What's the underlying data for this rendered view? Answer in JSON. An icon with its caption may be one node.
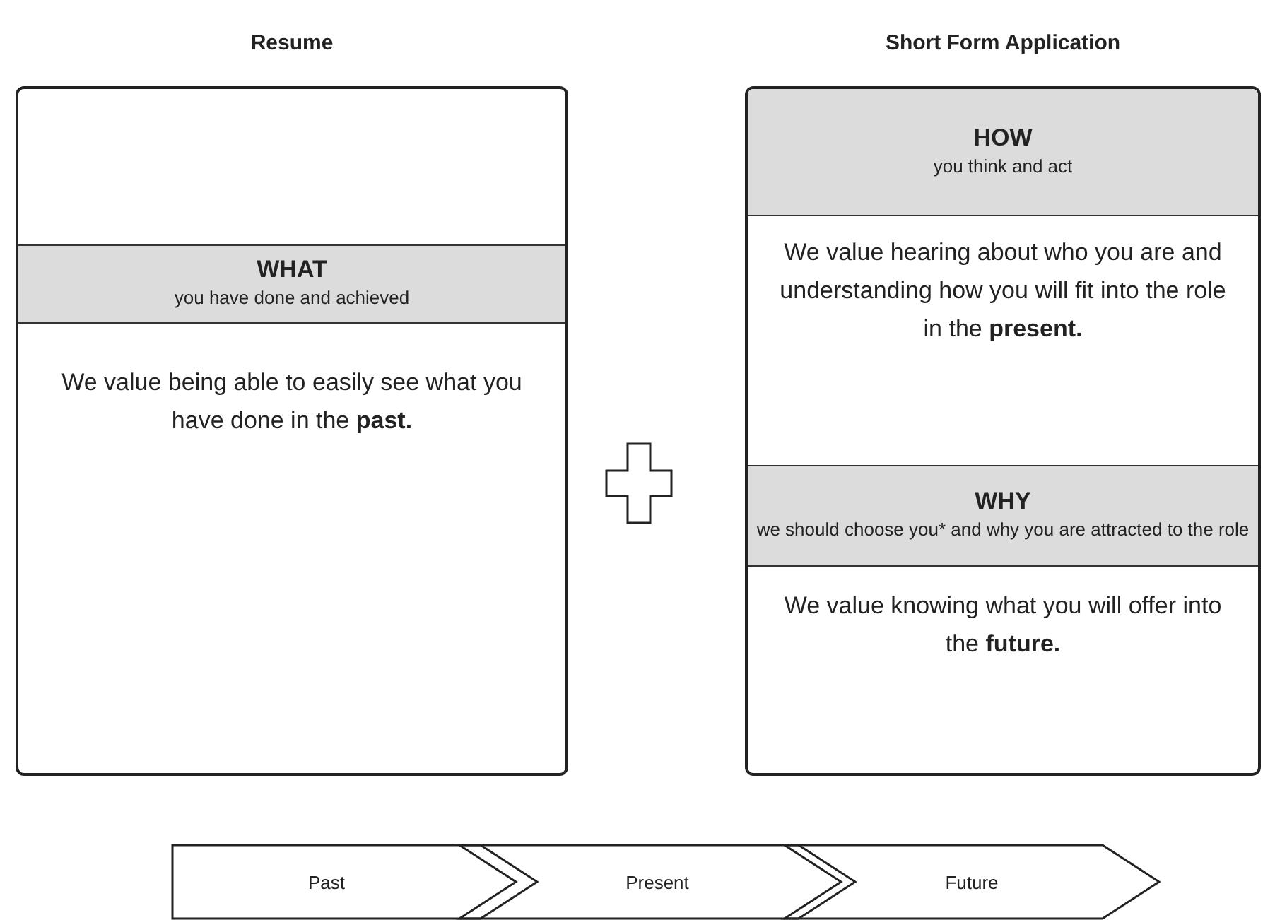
{
  "diagram": {
    "nodes": [
      {
        "text": [
          "Resume"
        ]
      },
      {
        "text": [
          "WHAT",
          "you have done and achieved"
        ],
        "in": 0
      },
      {
        "text": [
          "We value being able to easily see what you have done in the **past.**"
        ],
        "in": 0
      },
      {
        "text": [
          "Short Form Application"
        ]
      },
      {
        "text": [
          "HOW",
          "you think and act"
        ],
        "in": 3
      },
      {
        "text": [
          "We value hearing about who you are and understanding how you will fit into the role in the **present.**"
        ],
        "in": 3
      },
      {
        "text": [
          "WHY",
          "we should choose you* and why you are attracted to the role"
        ],
        "in": 3
      },
      {
        "text": [
          "We value knowing what you will offer into the **future.**"
        ],
        "in": 3
      },
      {
        "text": [
          "Past"
        ]
      },
      {
        "text": [
          "Present"
        ]
      },
      {
        "text": [
          "Future"
        ]
      }
    ],
    "edges": []
  }
}
